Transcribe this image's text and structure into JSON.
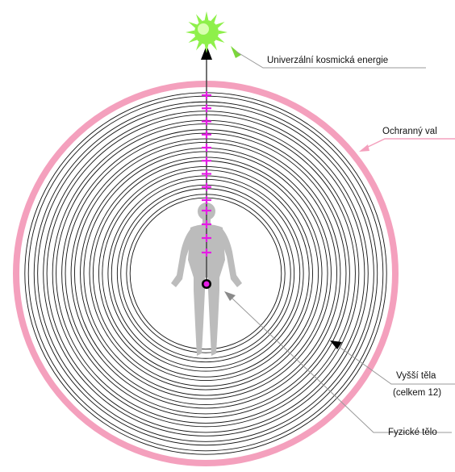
{
  "diagram": {
    "labels": {
      "energy": "Univerzální kosmická energie",
      "protective_wall": "Ochranný val",
      "higher_bodies_line1": "Vyšší těla",
      "higher_bodies_line2": "(celkem 12)",
      "physical_body": "Fyzické tělo"
    },
    "higher_body_count": 12,
    "chakra_marker_count": 13,
    "colors": {
      "protective_wall": "#f4a0bd",
      "rings": "#111111",
      "chakra_markers": "#e41ce4",
      "sun": "#8ef04a",
      "sun_core": "#d8ffb0",
      "human_figure": "#bcbcbc",
      "pointer_lines": "#999999",
      "arrow_green": "#7bd63a"
    },
    "icons": {
      "sun": "sun-icon",
      "figure": "human-figure-icon"
    }
  }
}
